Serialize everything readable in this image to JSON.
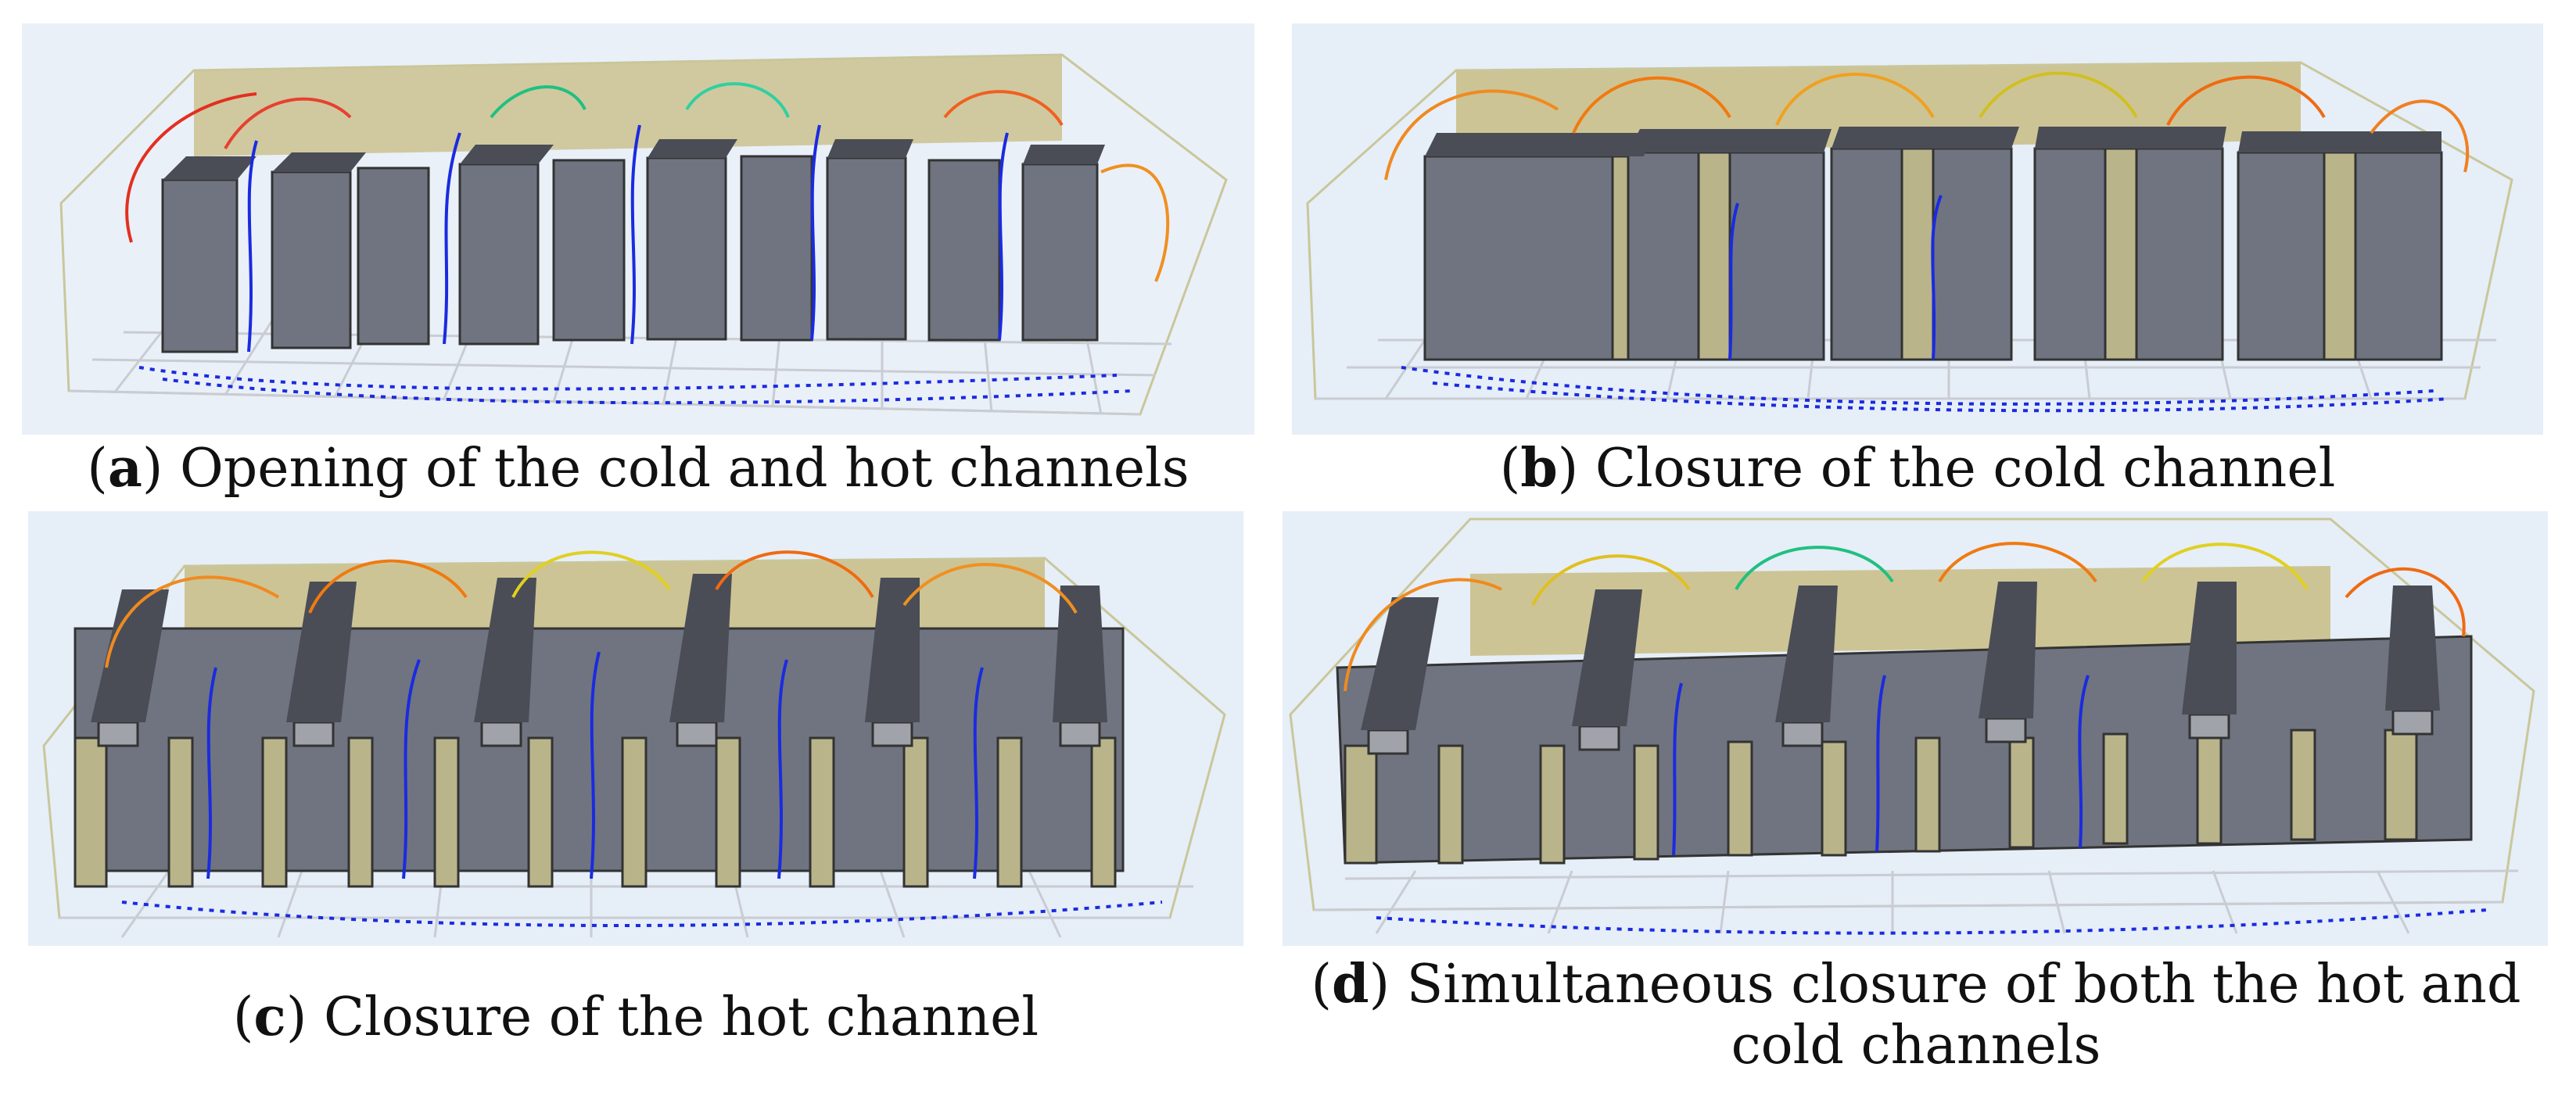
{
  "figure": {
    "panels": [
      {
        "letter": "a",
        "caption_text": "Opening of the cold and hot channels"
      },
      {
        "letter": "b",
        "caption_text": "Closure of the cold channel"
      },
      {
        "letter": "c",
        "caption_text": "Closure of the hot channel"
      },
      {
        "letter": "d",
        "caption_text": "Simultaneous closure of both the hot and cold channels"
      }
    ]
  },
  "colors": {
    "rack_front": "#6f7480",
    "rack_side": "#8a8f99",
    "rack_top": "#4a4d55",
    "door": "#b9b48a",
    "wall": "#c8bf8c",
    "cold_flow": "#1a2be0",
    "hot_flow": "#f07a10",
    "grid": "#c9ccd2"
  }
}
